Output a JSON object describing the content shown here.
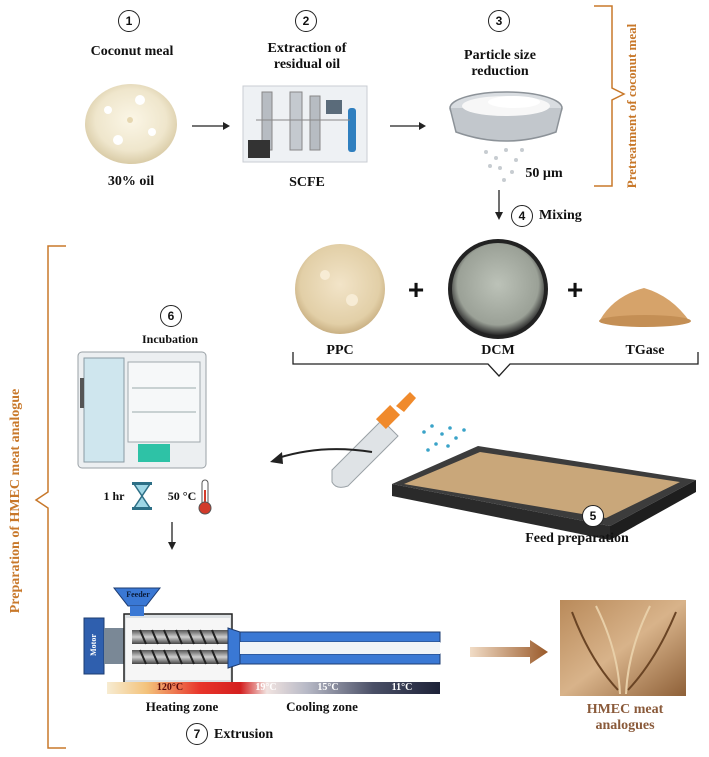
{
  "steps": {
    "s1": {
      "number": "1",
      "title": "Coconut meal",
      "caption": "30% oil"
    },
    "s2": {
      "number": "2",
      "title": "Extraction of residual oil",
      "caption": "SCFE"
    },
    "s3": {
      "number": "3",
      "title": "Particle size reduction",
      "caption": "50 µm"
    },
    "s4": {
      "number": "4",
      "title": "Mixing"
    },
    "s5": {
      "number": "5",
      "title": "Feed preparation"
    },
    "s6": {
      "number": "6",
      "title": "Incubation",
      "time": "1 hr",
      "temp": "50 °C"
    },
    "s7": {
      "number": "7",
      "title": "Extrusion"
    }
  },
  "mix": {
    "item1": "PPC",
    "item2": "DCM",
    "item3": "TGase",
    "plus": "+"
  },
  "brackets": {
    "pretreatment": "Pretreatment of coconut meal",
    "preparation": "Preparation of HMEC meat analogue"
  },
  "extruder": {
    "feeder": "Feeder",
    "motor": "Motor",
    "temps": [
      "120°C",
      "19°C",
      "15°C",
      "11°C"
    ],
    "heating_zone": "Heating zone",
    "cooling_zone": "Cooling zone"
  },
  "product": "HMEC meat analogues",
  "colors": {
    "orange": "#c8782a",
    "brown": "#8a5a3a",
    "pipe": "#3a6fd0"
  }
}
